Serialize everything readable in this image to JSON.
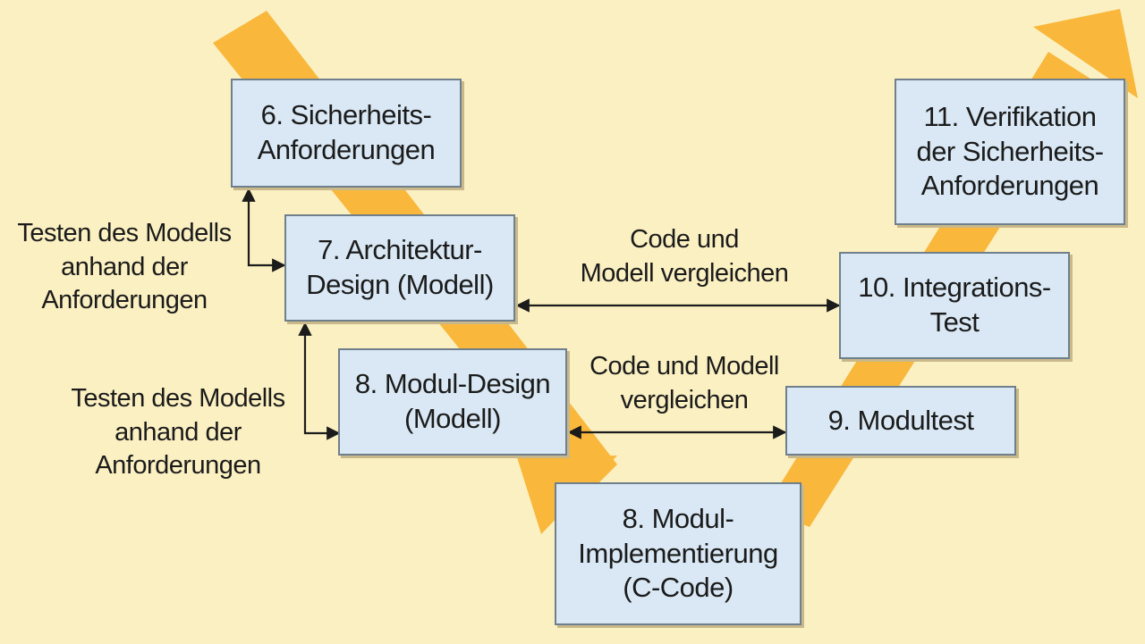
{
  "colors": {
    "background": "#fbf0c2",
    "arrow": "#f9b73b",
    "box_fill": "#d9e8f4",
    "box_border": "#6f7f8c",
    "connector": "#1b1b1b"
  },
  "boxes": {
    "safety_requirements": [
      "6. Sicherheits-",
      "Anforderungen"
    ],
    "architecture_design": [
      "7. Architektur-",
      "Design (Modell)"
    ],
    "module_design": [
      "8. Modul-Design",
      "(Modell)"
    ],
    "module_implementation": [
      "8. Modul-",
      "Implementierung",
      "(C-Code)"
    ],
    "module_test": [
      "9. Modultest"
    ],
    "integration_test": [
      "10. Integrations-",
      "Test"
    ],
    "safety_verification": [
      "11. Verifikation",
      "der Sicherheits-",
      "Anforderungen"
    ]
  },
  "labels": {
    "test_model_upper": [
      "Testen des Modells",
      "anhand der",
      "Anforderungen"
    ],
    "test_model_lower": [
      "Testen des Modells",
      "anhand der",
      "Anforderungen"
    ],
    "compare_upper": [
      "Code und",
      "Modell vergleichen"
    ],
    "compare_lower": [
      "Code und Modell",
      "vergleichen"
    ]
  }
}
